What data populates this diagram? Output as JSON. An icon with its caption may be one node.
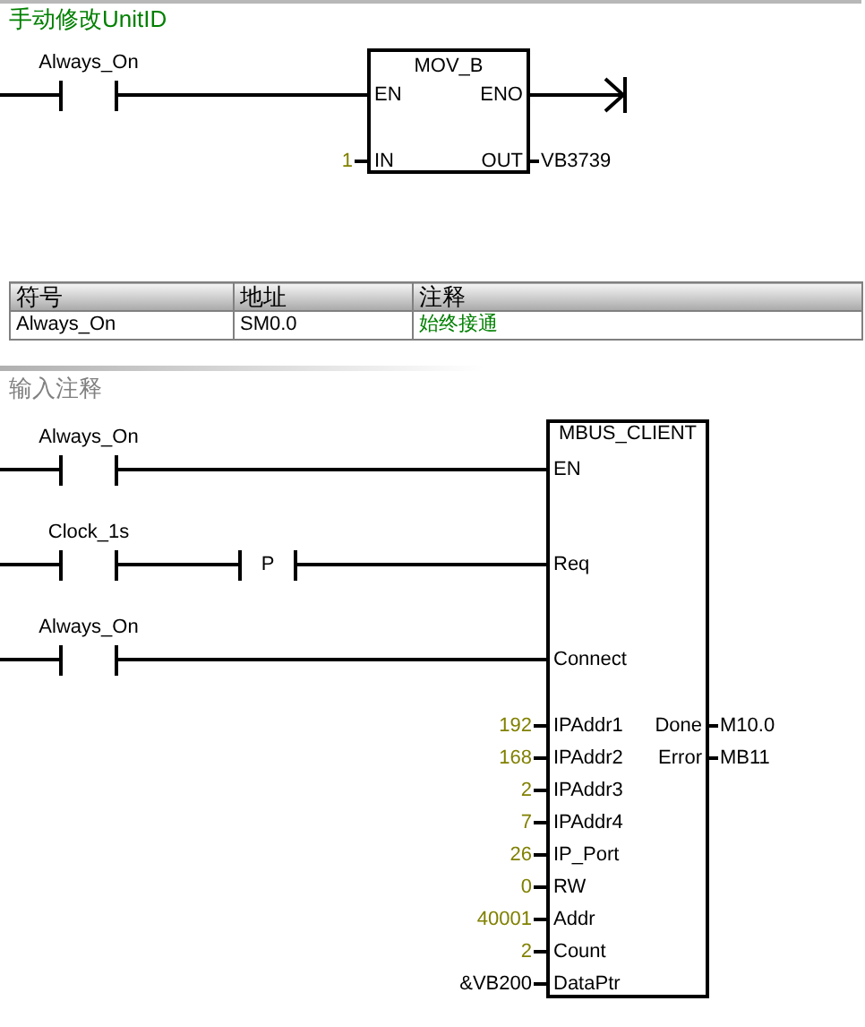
{
  "diagram": {
    "nodes": [
      {
        "text": [
          "Always_On"
        ]
      },
      {
        "text": [
          "MOV_B",
          "EN",
          "ENO",
          "IN",
          "OUT"
        ],
        "beside": [
          "1",
          "VB3739"
        ]
      },
      {
        "text": [
          "Always_On"
        ]
      },
      {
        "text": [
          "Clock_1s"
        ]
      },
      {
        "text": [
          "P"
        ]
      },
      {
        "text": [
          "Always_On"
        ]
      },
      {
        "text": [
          "MBUS_CLIENT",
          "EN",
          "Req",
          "Connect",
          "IPAddr1",
          "IPAddr2",
          "IPAddr3",
          "IPAddr4",
          "IP_Port",
          "RW",
          "Addr",
          "Count",
          "DataPtr",
          "Done",
          "Error"
        ],
        "beside": [
          "192",
          "168",
          "2",
          "7",
          "26",
          "0",
          "40001",
          "2",
          "&VB200",
          "M10.0",
          "MB11"
        ]
      }
    ],
    "edges": [
      {
        "from": null,
        "to": 0,
        "arrow": "none"
      },
      {
        "from": 0,
        "to": 1,
        "arrow": "none"
      },
      {
        "from": 1,
        "to": null,
        "arrow": "to"
      },
      {
        "from": null,
        "to": 2,
        "arrow": "none"
      },
      {
        "from": 2,
        "to": 6,
        "arrow": "none"
      },
      {
        "from": null,
        "to": 3,
        "arrow": "none"
      },
      {
        "from": 3,
        "to": 4,
        "arrow": "none"
      },
      {
        "from": 4,
        "to": 6,
        "arrow": "none"
      },
      {
        "from": null,
        "to": 5,
        "arrow": "none"
      },
      {
        "from": 5,
        "to": 6,
        "arrow": "none"
      }
    ],
    "labels": [
      "手动修改UnitID",
      "符号",
      "地址",
      "注释",
      "Always_On",
      "SM0.0",
      "始终接通",
      "输入注释"
    ]
  }
}
